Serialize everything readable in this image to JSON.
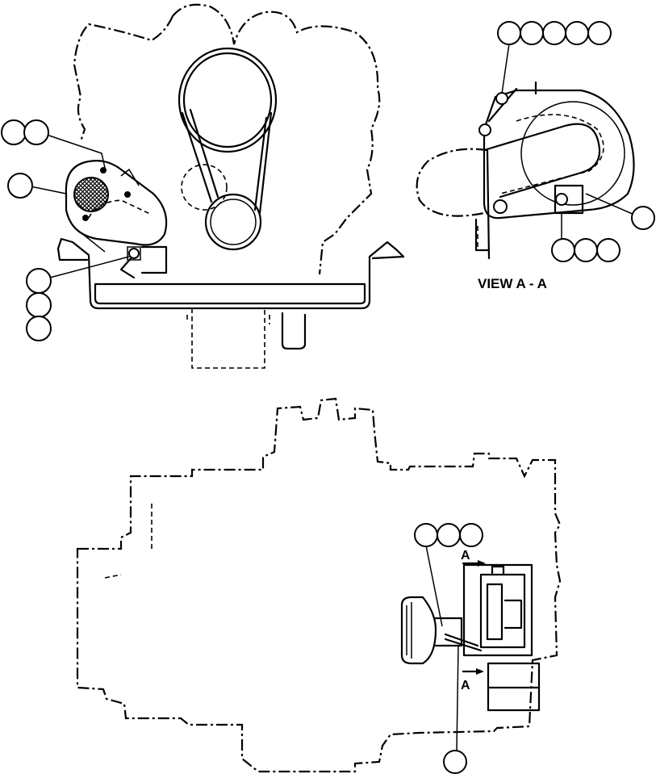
{
  "view_label": "VIEW  A  -  A",
  "section_marks": [
    "A",
    "A"
  ]
}
